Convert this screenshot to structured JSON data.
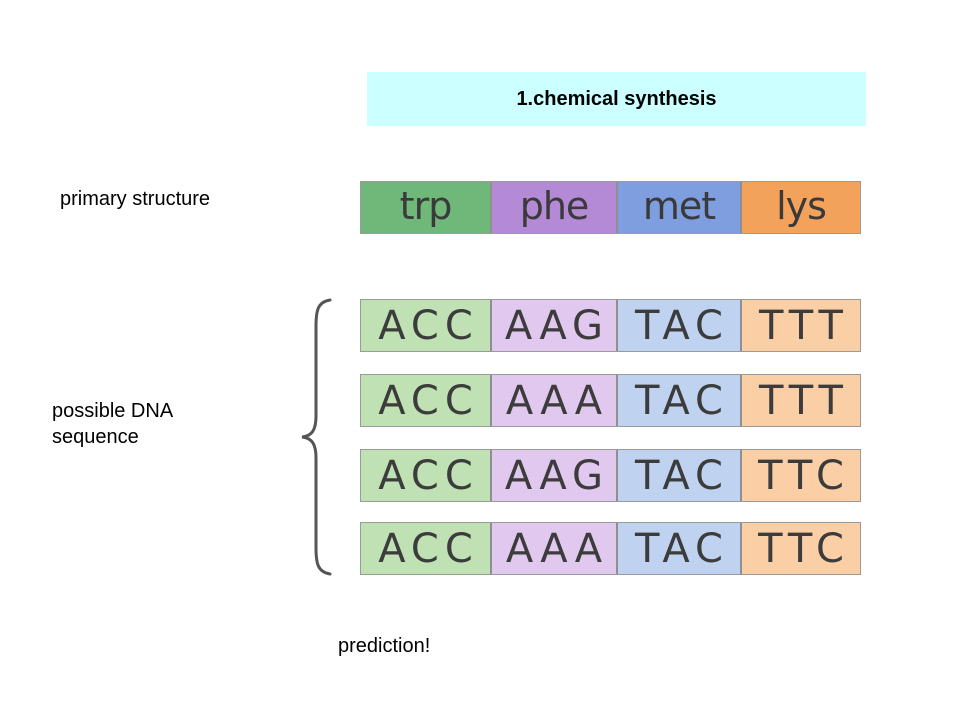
{
  "title": "1.chemical synthesis",
  "labels": {
    "primary_structure": "primary structure",
    "possible_dna_line1": "possible DNA",
    "possible_dna_line2": "sequence",
    "prediction": "prediction!"
  },
  "amino_acids": [
    "trp",
    "phe",
    "met",
    "lys"
  ],
  "dna_sequences": [
    [
      "ACC",
      "AAG",
      "TAC",
      "TTT"
    ],
    [
      "ACC",
      "AAA",
      "TAC",
      "TTT"
    ],
    [
      "ACC",
      "AAG",
      "TAC",
      "TTC"
    ],
    [
      "ACC",
      "AAA",
      "TAC",
      "TTC"
    ]
  ],
  "colors": {
    "title_bg": "#ccffff",
    "aa_bg": [
      "#6fb87a",
      "#b48ad6",
      "#7f9ee0",
      "#f3a25b"
    ],
    "dna_bg": [
      "#bfe1b4",
      "#e1c8ee",
      "#bfd2ef",
      "#fbcfa6"
    ]
  }
}
